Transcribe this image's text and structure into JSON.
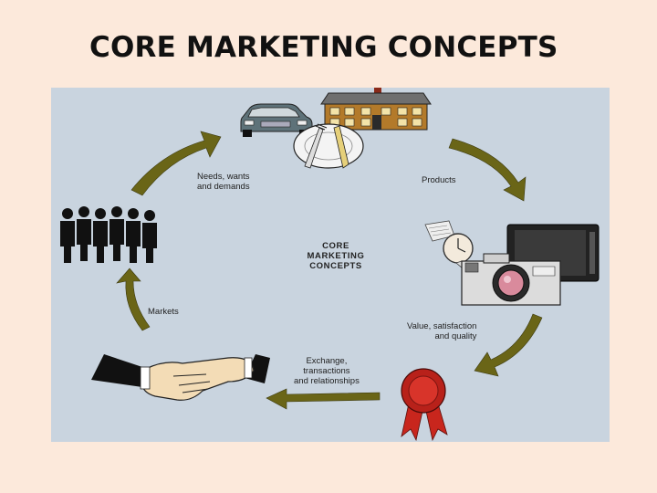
{
  "title": "CORE MARKETING CONCEPTS",
  "diagram": {
    "center_label": [
      "CORE",
      "MARKETING",
      "CONCEPTS"
    ],
    "stages": [
      {
        "label": [
          "Needs, wants",
          "and demands"
        ]
      },
      {
        "label": [
          "Products"
        ]
      },
      {
        "label": [
          "Value, satisfaction",
          "and quality"
        ]
      },
      {
        "label": [
          "Exchange,",
          "transactions",
          "and relationships"
        ]
      },
      {
        "label": [
          "Markets"
        ]
      }
    ],
    "arrow_color": "#6a6517",
    "icons": [
      "car-icon",
      "house-icon",
      "plate-cutlery-icon",
      "watch-icon",
      "tv-icon",
      "camera-icon",
      "ribbon-award-icon",
      "handshake-icon",
      "people-group-icon"
    ]
  }
}
